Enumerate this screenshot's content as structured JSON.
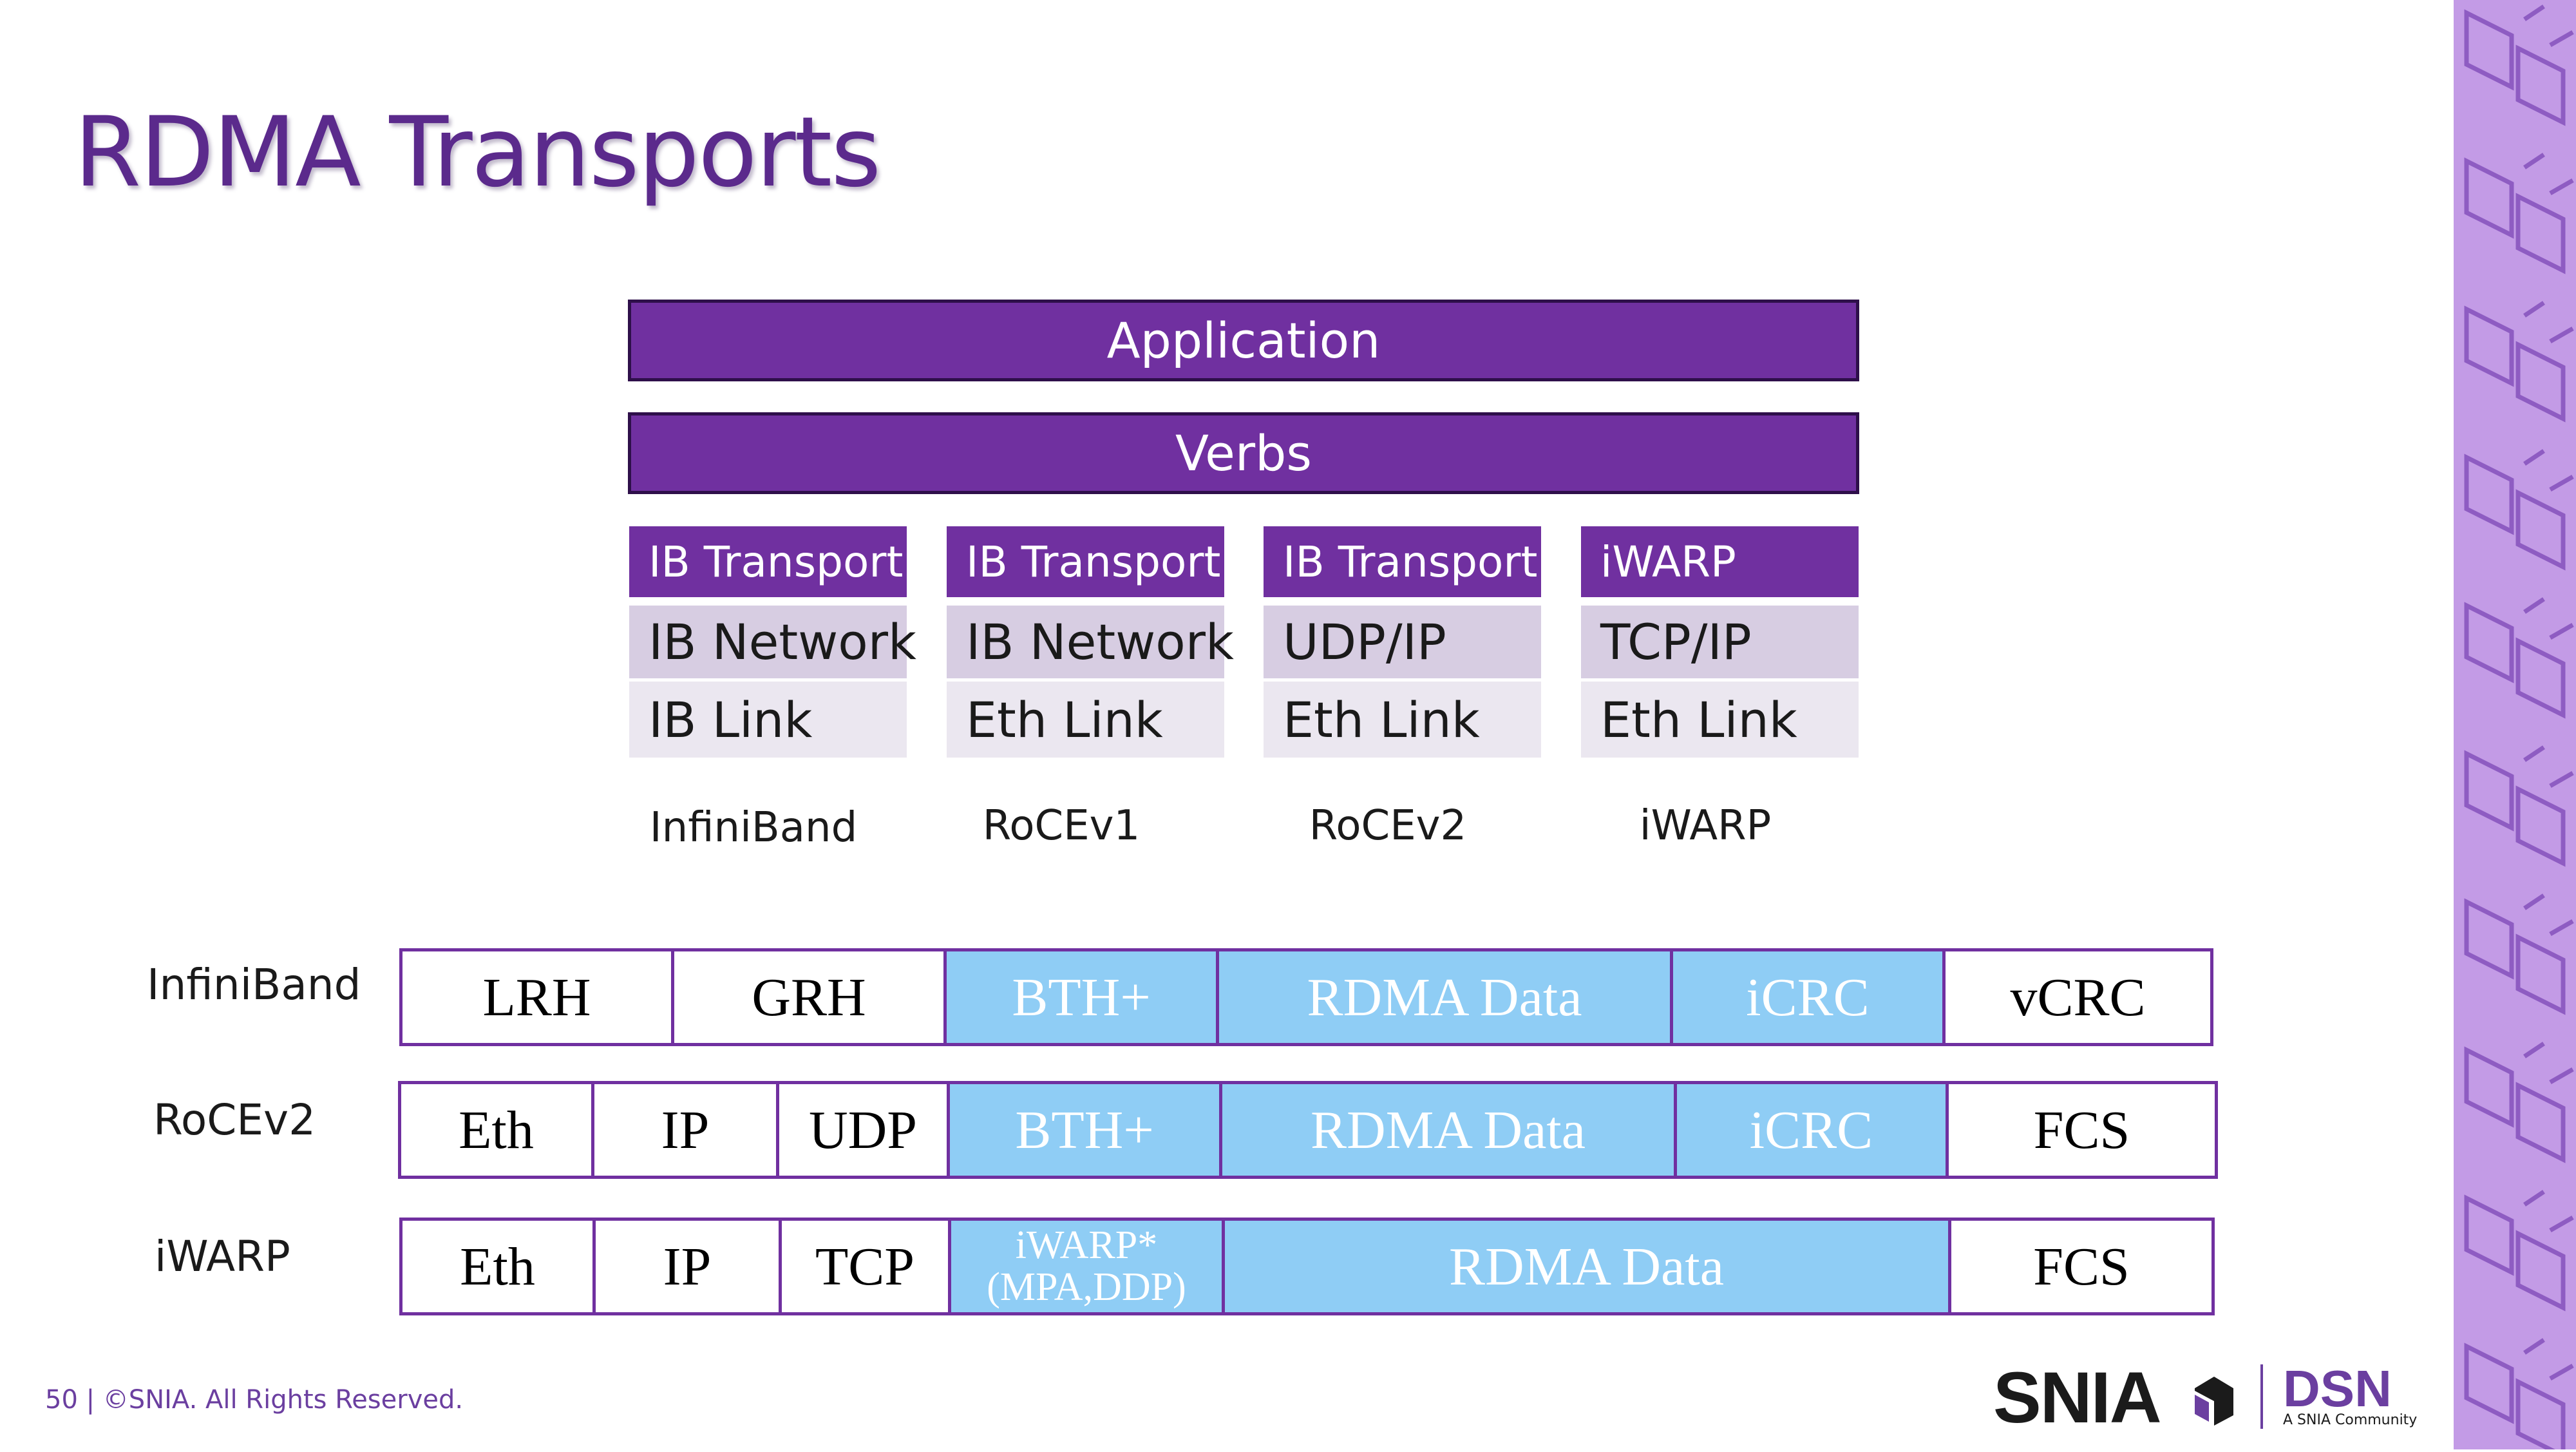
{
  "title": "RDMA Transports",
  "stack": {
    "application": "Application",
    "verbs": "Verbs",
    "columns": [
      {
        "transport": "IB Transport",
        "network": "IB Network",
        "link": "IB Link",
        "label": "InfiniBand"
      },
      {
        "transport": "IB Transport",
        "network": "IB Network",
        "link": "Eth Link",
        "label": "RoCEv1"
      },
      {
        "transport": "IB Transport",
        "network": "UDP/IP",
        "link": "Eth Link",
        "label": "RoCEv2"
      },
      {
        "transport": "iWARP",
        "network": "TCP/IP",
        "link": "Eth Link",
        "label": "iWARP"
      }
    ]
  },
  "packets": {
    "infiniband": {
      "label": "InfiniBand",
      "segments": [
        "LRH",
        "GRH",
        "BTH+",
        "RDMA Data",
        "iCRC",
        "vCRC"
      ]
    },
    "rocev2": {
      "label": "RoCEv2",
      "segments": [
        "Eth",
        "IP",
        "UDP",
        "BTH+",
        "RDMA Data",
        "iCRC",
        "FCS"
      ]
    },
    "iwarp": {
      "label": "iWARP",
      "segments": [
        "Eth",
        "IP",
        "TCP",
        "iWARP*",
        "(MPA,DDP)",
        "RDMA Data",
        "FCS"
      ]
    }
  },
  "colors": {
    "accent": "#7030a0",
    "blue_segment": "#8fcdf5",
    "network_row": "#d7cde2",
    "link_row": "#ebe7f0",
    "sidebar": "#c39be6"
  },
  "footer": "50 | ©SNIA. All Rights Reserved.",
  "logos": {
    "snia": "SNIA",
    "dsn": "DSN",
    "dsn_sub": "A SNIA Community"
  }
}
